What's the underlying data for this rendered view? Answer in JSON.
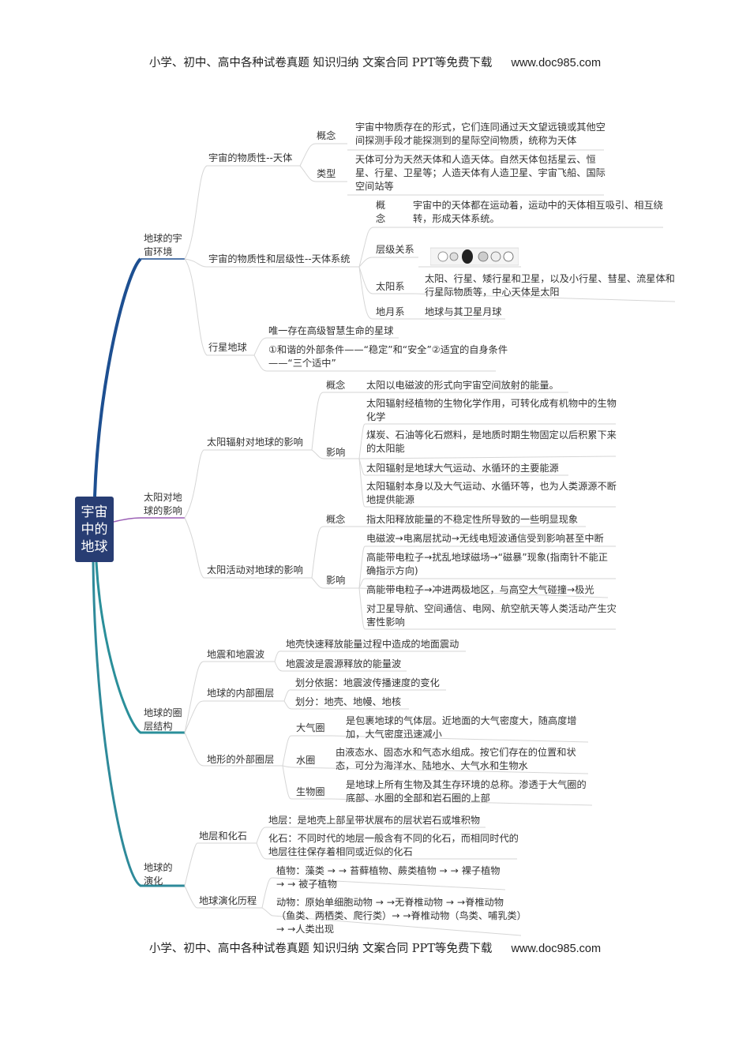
{
  "header": {
    "text": "小学、初中、高中各种试卷真题  知识归纳  文案合同  PPT等免费下载",
    "url": "www.doc985.com"
  },
  "footer": {
    "text": "小学、初中、高中各种试卷真题  知识归纳  文案合同  PPT等免费下载",
    "url": "www.doc985.com"
  },
  "colors": {
    "branch1": "#1d4f91",
    "branch2": "#9b5fb5",
    "branch3": "#2a8f9a",
    "branch4": "#2e8a9a",
    "root_bg": "#283d73",
    "line": "#d0d0d0"
  },
  "root": "宇宙中的地球",
  "b1": {
    "label": "地球的宇宙环境",
    "s1": {
      "label": "宇宙的物质性--天体",
      "concept": {
        "label": "概念",
        "text": "宇宙中物质存在的形式，它们连同通过天文望远镜或其他空间探测手段才能探测到的星际空间物质，统称为天体"
      },
      "types": {
        "label": "类型",
        "text": "天体可分为天然天体和人造天体。自然天体包括星云、恒星、行星、卫星等；人造天体有人造卫星、宇宙飞船、国际空间站等"
      }
    },
    "s2": {
      "label": "宇宙的物质性和层级性--天体系统",
      "concept": {
        "label": "概念",
        "text": "宇宙中的天体都在运动着，运动中的天体相互吸引、相互绕转，形成天体系统。"
      },
      "hierarchy": {
        "label": "层级关系"
      },
      "solar": {
        "label": "太阳系",
        "text": "太阳、行星、矮行星和卫星，以及小行星、彗星、流星体和行星际物质等，中心天体是太阳"
      },
      "earthmoon": {
        "label": "地月系",
        "text": "地球与其卫星月球"
      }
    },
    "s3": {
      "label": "行星地球",
      "l1": "唯一存在高级智慧生命的星球",
      "l2": "①和谐的外部条件——“稳定”和“安全”②适宜的自身条件——“三个适中”"
    }
  },
  "b2": {
    "label": "太阳对地球的影响",
    "s1": {
      "label": "太阳辐射对地球的影响",
      "concept_label": "概念",
      "concept": "太阳以电磁波的形式向宇宙空间放射的能量。",
      "impact_label": "影响",
      "impacts": [
        "太阳辐射经植物的生物化学作用，可转化成有机物中的生物化学",
        "煤炭、石油等化石燃料，是地质时期生物固定以后积累下来的太阳能",
        "太阳辐射是地球大气运动、水循环的主要能源",
        "太阳辐射本身以及大气运动、水循环等，也为人类源源不断地提供能源"
      ]
    },
    "s2": {
      "label": "太阳活动对地球的影响",
      "concept_label": "概念",
      "concept": "指太阳释放能量的不稳定性所导致的一些明显现象",
      "impact_label": "影响",
      "impacts": [
        "电磁波→电离层扰动→无线电短波通信受到影响甚至中断",
        "高能带电粒子→扰乱地球磁场→“磁暴”现象(指南针不能正确指示方向)",
        "高能带电粒子→冲进两极地区，与高空大气碰撞→极光",
        "对卫星导航、空间通信、电网、航空航天等人类活动产生灾害性影响"
      ]
    }
  },
  "b3": {
    "label": "地球的圈层结构",
    "s1": {
      "label": "地震和地震波",
      "l1": "地壳快速释放能量过程中造成的地面震动",
      "l2": "地震波是震源释放的能量波"
    },
    "s2": {
      "label": "地球的内部圈层",
      "l1": "划分依据：地震波传播速度的变化",
      "l2": "划分：地壳、地幔、地核"
    },
    "s3": {
      "label": "地形的外部圈层",
      "atm": {
        "label": "大气圈",
        "text": "是包裹地球的气体层。近地面的大气密度大，随高度增加，大气密度迅速减小"
      },
      "hyd": {
        "label": "水圈",
        "text": "由液态水、固态水和气态水组成。按它们存在的位置和状态，可分为海洋水、陆地水、大气水和生物水"
      },
      "bio": {
        "label": "生物圈",
        "text": "是地球上所有生物及其生存环境的总称。渗透于大气圈的底部、水圈的全部和岩石圈的上部"
      }
    }
  },
  "b4": {
    "label": "地球的演化",
    "s1": {
      "label": "地层和化石",
      "l1": "地层：是地壳上部呈带状展布的层状岩石或堆积物",
      "l2": "化石：不同时代的地层一般含有不同的化石，而相同时代的地层往往保存着相同或近似的化石"
    },
    "s2": {
      "label": "地球演化历程",
      "l1": "植物：藻类 → → 苔藓植物、蕨类植物 → → 裸子植物 → → 被子植物",
      "l2": "动物：原始单细胞动物 → →无脊椎动物 → →脊椎动物（鱼类、两栖类、爬行类）→ →脊椎动物（鸟类、哺乳类）→ →人类出现"
    }
  }
}
